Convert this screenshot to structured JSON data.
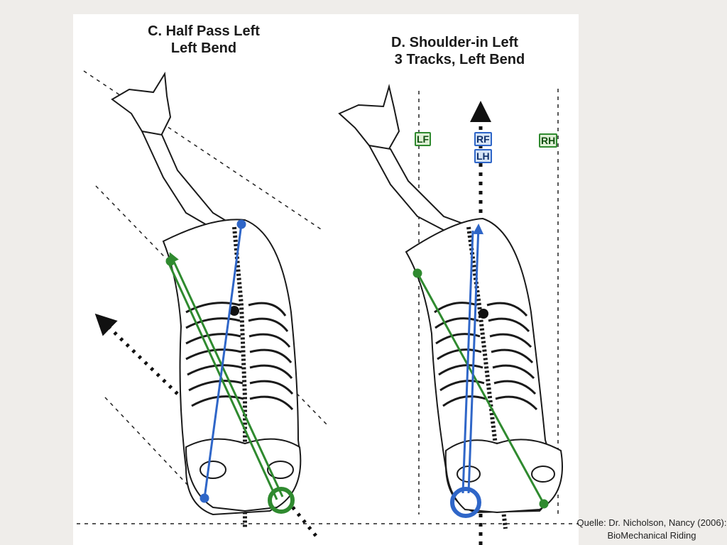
{
  "slide": {
    "caption": "Quelle: Dr. Nicholson, Nancy (2006): BioMechanical Riding"
  },
  "panel_c": {
    "title_line1": "C. Half Pass Left",
    "title_line2": "Left Bend"
  },
  "panel_d": {
    "title_line1": "D. Shoulder-in Left",
    "title_line2": "3 Tracks, Left Bend",
    "labels": {
      "lf": "LF",
      "rf": "RF",
      "lh": "LH",
      "rh": "RH"
    }
  },
  "colors": {
    "green": "#2f8a2f",
    "blue": "#2f66c8",
    "background": "#efedea",
    "bone_line": "#1a1a1a"
  }
}
